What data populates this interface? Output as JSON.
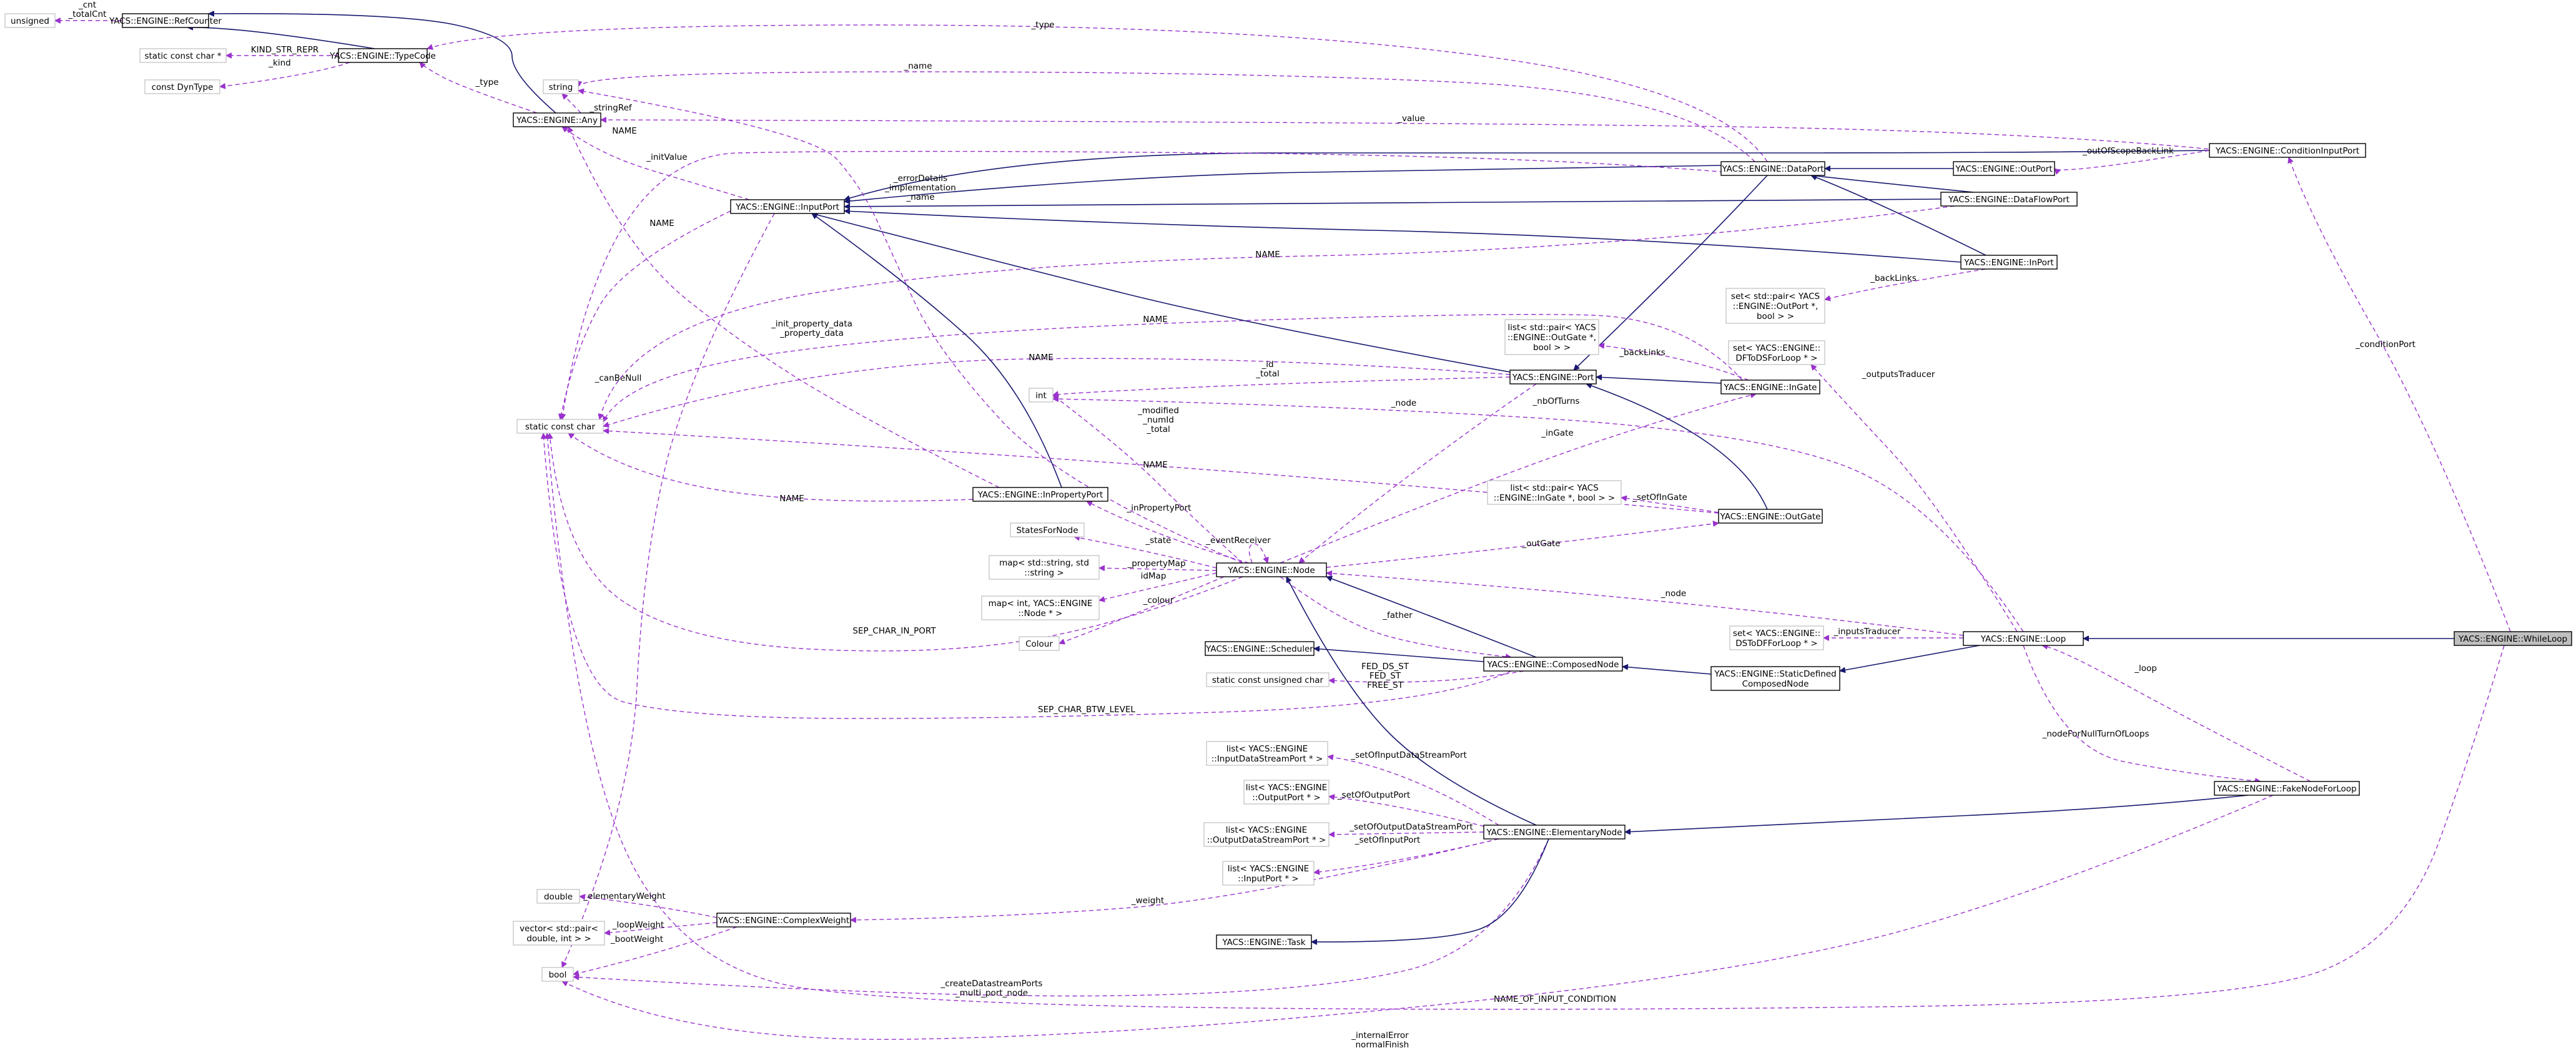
{
  "diagram": {
    "title": "",
    "colors": {
      "inheritance": "#191970",
      "usage": "#9a32cd",
      "box_border": "#000000",
      "external_border": "#bfbfbf",
      "focus_fill": "#bfbfbf"
    },
    "nodes": [
      {
        "id": "unsigned",
        "lines": [
          "unsigned"
        ],
        "style": "plain"
      },
      {
        "id": "refcounter",
        "lines": [
          "YACS::ENGINE::RefCounter"
        ],
        "style": "class"
      },
      {
        "id": "static_const_char_ptr",
        "lines": [
          "static const char *"
        ],
        "style": "plain"
      },
      {
        "id": "const_dyntype",
        "lines": [
          "const DynType"
        ],
        "style": "plain"
      },
      {
        "id": "typecode",
        "lines": [
          "YACS::ENGINE::TypeCode"
        ],
        "style": "class"
      },
      {
        "id": "string",
        "lines": [
          "string"
        ],
        "style": "plain"
      },
      {
        "id": "any",
        "lines": [
          "YACS::ENGINE::Any"
        ],
        "style": "class"
      },
      {
        "id": "inputport",
        "lines": [
          "YACS::ENGINE::InputPort"
        ],
        "style": "class"
      },
      {
        "id": "static_const_char",
        "lines": [
          "static const char"
        ],
        "style": "plain"
      },
      {
        "id": "int",
        "lines": [
          "int"
        ],
        "style": "plain"
      },
      {
        "id": "inpropertyport",
        "lines": [
          "YACS::ENGINE::InPropertyPort"
        ],
        "style": "class"
      },
      {
        "id": "statesfornode",
        "lines": [
          "StatesForNode"
        ],
        "style": "plain"
      },
      {
        "id": "map_string",
        "lines": [
          "map< std::string, std",
          "::string >"
        ],
        "style": "plain"
      },
      {
        "id": "map_int_node",
        "lines": [
          "map< int, YACS::ENGINE",
          "::Node * >"
        ],
        "style": "plain"
      },
      {
        "id": "colour",
        "lines": [
          "Colour"
        ],
        "style": "plain"
      },
      {
        "id": "node",
        "lines": [
          "YACS::ENGINE::Node"
        ],
        "style": "class"
      },
      {
        "id": "scheduler",
        "lines": [
          "YACS::ENGINE::Scheduler"
        ],
        "style": "class"
      },
      {
        "id": "static_const_uchar",
        "lines": [
          "static const unsigned char"
        ],
        "style": "plain"
      },
      {
        "id": "composednode",
        "lines": [
          "YACS::ENGINE::ComposedNode"
        ],
        "style": "class"
      },
      {
        "id": "list_inputdatastream",
        "lines": [
          "list< YACS::ENGINE",
          "::InputDataStreamPort * >"
        ],
        "style": "plain"
      },
      {
        "id": "list_outputport",
        "lines": [
          "list< YACS::ENGINE",
          "::OutputPort * >"
        ],
        "style": "plain"
      },
      {
        "id": "list_outputdatastream",
        "lines": [
          "list< YACS::ENGINE",
          "::OutputDataStreamPort * >"
        ],
        "style": "plain"
      },
      {
        "id": "list_inputport",
        "lines": [
          "list< YACS::ENGINE",
          "::InputPort * >"
        ],
        "style": "plain"
      },
      {
        "id": "elementarynode",
        "lines": [
          "YACS::ENGINE::ElementaryNode"
        ],
        "style": "class"
      },
      {
        "id": "double",
        "lines": [
          "double"
        ],
        "style": "plain"
      },
      {
        "id": "complexweight",
        "lines": [
          "YACS::ENGINE::ComplexWeight"
        ],
        "style": "class"
      },
      {
        "id": "vector_pair",
        "lines": [
          "vector< std::pair<",
          "double, int > >"
        ],
        "style": "plain"
      },
      {
        "id": "bool",
        "lines": [
          "bool"
        ],
        "style": "plain"
      },
      {
        "id": "task",
        "lines": [
          "YACS::ENGINE::Task"
        ],
        "style": "class"
      },
      {
        "id": "port",
        "lines": [
          "YACS::ENGINE::Port"
        ],
        "style": "class"
      },
      {
        "id": "list_pair_outgate",
        "lines": [
          "list< std::pair< YACS",
          "::ENGINE::OutGate *,",
          "bool > >"
        ],
        "style": "plain"
      },
      {
        "id": "ingate",
        "lines": [
          "YACS::ENGINE::InGate"
        ],
        "style": "class"
      },
      {
        "id": "list_pair_ingate",
        "lines": [
          "list< std::pair< YACS",
          "::ENGINE::InGate *, bool > >"
        ],
        "style": "plain"
      },
      {
        "id": "outgate",
        "lines": [
          "YACS::ENGINE::OutGate"
        ],
        "style": "class"
      },
      {
        "id": "dataport",
        "lines": [
          "YACS::ENGINE::DataPort"
        ],
        "style": "class"
      },
      {
        "id": "outport",
        "lines": [
          "YACS::ENGINE::OutPort"
        ],
        "style": "class"
      },
      {
        "id": "dataflowport",
        "lines": [
          "YACS::ENGINE::DataFlowPort"
        ],
        "style": "class"
      },
      {
        "id": "inport",
        "lines": [
          "YACS::ENGINE::InPort"
        ],
        "style": "class"
      },
      {
        "id": "set_pair_outport",
        "lines": [
          "set< std::pair< YACS",
          "::ENGINE::OutPort *,",
          "bool > >"
        ],
        "style": "plain"
      },
      {
        "id": "set_dftods",
        "lines": [
          "set< YACS::ENGINE::",
          "DFToDSForLoop * >"
        ],
        "style": "plain"
      },
      {
        "id": "staticdefined",
        "lines": [
          "YACS::ENGINE::StaticDefined",
          "ComposedNode"
        ],
        "style": "class"
      },
      {
        "id": "set_dstodf",
        "lines": [
          "set< YACS::ENGINE::",
          "DSToDFForLoop * >"
        ],
        "style": "plain"
      },
      {
        "id": "loop",
        "lines": [
          "YACS::ENGINE::Loop"
        ],
        "style": "class"
      },
      {
        "id": "conditioninputport",
        "lines": [
          "YACS::ENGINE::ConditionInputPort"
        ],
        "style": "class"
      },
      {
        "id": "fakenode",
        "lines": [
          "YACS::ENGINE::FakeNodeForLoop"
        ],
        "style": "class"
      },
      {
        "id": "whileloop",
        "lines": [
          "YACS::ENGINE::WhileLoop"
        ],
        "style": "focus"
      }
    ],
    "edges": [
      {
        "from": "refcounter",
        "to": "unsigned",
        "kind": "use",
        "label": [
          "_cnt",
          "_totalCnt"
        ]
      },
      {
        "from": "typecode",
        "to": "refcounter",
        "kind": "inh",
        "label": []
      },
      {
        "from": "typecode",
        "to": "static_const_char_ptr",
        "kind": "use",
        "label": [
          "KIND_STR_REPR"
        ]
      },
      {
        "from": "typecode",
        "to": "const_dyntype",
        "kind": "use",
        "label": [
          "_kind"
        ]
      },
      {
        "from": "any",
        "to": "refcounter",
        "kind": "inh",
        "label": []
      },
      {
        "from": "any",
        "to": "typecode",
        "kind": "use",
        "label": [
          "_type"
        ]
      },
      {
        "from": "dataport",
        "to": "typecode",
        "kind": "use",
        "label": [
          "_type"
        ]
      },
      {
        "from": "dataport",
        "to": "string",
        "kind": "use",
        "label": [
          "_name"
        ]
      },
      {
        "from": "conditioninputport",
        "to": "any",
        "kind": "use",
        "label": [
          "_value"
        ]
      },
      {
        "from": "any",
        "to": "string",
        "kind": "use",
        "label": [
          "_stringRef"
        ]
      },
      {
        "from": "inputport",
        "to": "any",
        "kind": "use",
        "label": [
          "_initValue"
        ]
      },
      {
        "from": "conditioninputport",
        "to": "inputport",
        "kind": "inh",
        "label": []
      },
      {
        "from": "dataport",
        "to": "inputport",
        "kind": "inh",
        "label": []
      },
      {
        "from": "dataflowport",
        "to": "inputport",
        "kind": "inh",
        "label": []
      },
      {
        "from": "inport",
        "to": "inputport",
        "kind": "inh",
        "label": []
      },
      {
        "from": "node",
        "to": "string",
        "kind": "use",
        "label": [
          "_errorDetails",
          "_implementation",
          "_name"
        ]
      },
      {
        "from": "dataport",
        "to": "static_const_char",
        "kind": "use",
        "label": [
          "NAME"
        ]
      },
      {
        "from": "inputport",
        "to": "static_const_char",
        "kind": "use",
        "label": [
          "NAME"
        ]
      },
      {
        "from": "inputport",
        "to": "bool",
        "kind": "use",
        "label": [
          "_canBeNull"
        ]
      },
      {
        "from": "dataflowport",
        "to": "static_const_char",
        "kind": "use",
        "label": [
          "NAME"
        ]
      },
      {
        "from": "ingate",
        "to": "static_const_char",
        "kind": "use",
        "label": [
          "NAME"
        ]
      },
      {
        "from": "port",
        "to": "static_const_char",
        "kind": "use",
        "label": [
          "NAME"
        ]
      },
      {
        "from": "port",
        "to": "int",
        "kind": "use",
        "label": [
          "_id",
          "_total"
        ]
      },
      {
        "from": "inpropertyport",
        "to": "any",
        "kind": "use",
        "label": [
          "_init_property_data",
          "_property_data"
        ]
      },
      {
        "from": "inpropertyport",
        "to": "static_const_char",
        "kind": "use",
        "label": [
          "NAME"
        ]
      },
      {
        "from": "inpropertyport",
        "to": "inputport",
        "kind": "inh",
        "label": []
      },
      {
        "from": "outgate",
        "to": "static_const_char",
        "kind": "use",
        "label": [
          "NAME"
        ]
      },
      {
        "from": "node",
        "to": "static_const_char",
        "kind": "use",
        "label": [
          "SEP_CHAR_IN_PORT"
        ]
      },
      {
        "from": "composednode",
        "to": "static_const_char",
        "kind": "use",
        "label": [
          "SEP_CHAR_BTW_LEVEL"
        ]
      },
      {
        "from": "whileloop",
        "to": "static_const_char",
        "kind": "use",
        "label": [
          "NAME_OF_INPUT_CONDITION"
        ]
      },
      {
        "from": "node",
        "to": "int",
        "kind": "use",
        "label": [
          "_modified",
          "_numId",
          "_total"
        ]
      },
      {
        "from": "loop",
        "to": "int",
        "kind": "use",
        "label": [
          "_nbOfTurns"
        ]
      },
      {
        "from": "node",
        "to": "inpropertyport",
        "kind": "use",
        "label": [
          "_inPropertyPort"
        ]
      },
      {
        "from": "node",
        "to": "statesfornode",
        "kind": "use",
        "label": [
          "_state"
        ]
      },
      {
        "from": "node",
        "to": "map_string",
        "kind": "use",
        "label": [
          "_propertyMap"
        ]
      },
      {
        "from": "node",
        "to": "map_int_node",
        "kind": "use",
        "label": [
          "idMap"
        ]
      },
      {
        "from": "node",
        "to": "colour",
        "kind": "use",
        "label": [
          "_colour"
        ]
      },
      {
        "from": "node",
        "to": "node",
        "kind": "use",
        "label": [
          "_eventReceiver"
        ]
      },
      {
        "from": "port",
        "to": "node",
        "kind": "use",
        "label": [
          "_node"
        ]
      },
      {
        "from": "node",
        "to": "ingate",
        "kind": "use",
        "label": [
          "_inGate"
        ]
      },
      {
        "from": "node",
        "to": "outgate",
        "kind": "use",
        "label": [
          "_outGate"
        ]
      },
      {
        "from": "loop",
        "to": "node",
        "kind": "use",
        "label": [
          "_node"
        ]
      },
      {
        "from": "node",
        "to": "composednode",
        "kind": "use",
        "label": [
          "_father"
        ]
      },
      {
        "from": "composednode",
        "to": "node",
        "kind": "inh",
        "label": []
      },
      {
        "from": "composednode",
        "to": "scheduler",
        "kind": "inh",
        "label": []
      },
      {
        "from": "composednode",
        "to": "static_const_uchar",
        "kind": "use",
        "label": [
          "FED_DS_ST",
          "FED_ST",
          "FREE_ST"
        ]
      },
      {
        "from": "staticdefined",
        "to": "composednode",
        "kind": "inh",
        "label": []
      },
      {
        "from": "elementarynode",
        "to": "node",
        "kind": "inh",
        "label": []
      },
      {
        "from": "elementarynode",
        "to": "list_inputdatastream",
        "kind": "use",
        "label": [
          "_setOfInputDataStreamPort"
        ]
      },
      {
        "from": "elementarynode",
        "to": "list_outputport",
        "kind": "use",
        "label": [
          "_setOfOutputPort"
        ]
      },
      {
        "from": "elementarynode",
        "to": "list_outputdatastream",
        "kind": "use",
        "label": [
          "_setOfOutputDataStreamPort"
        ]
      },
      {
        "from": "elementarynode",
        "to": "list_inputport",
        "kind": "use",
        "label": [
          "_setOfInputPort"
        ]
      },
      {
        "from": "elementarynode",
        "to": "complexweight",
        "kind": "use",
        "label": [
          "_weight"
        ]
      },
      {
        "from": "elementarynode",
        "to": "bool",
        "kind": "use",
        "label": [
          "_createDatastreamPorts",
          "_multi_port_node"
        ]
      },
      {
        "from": "elementarynode",
        "to": "task",
        "kind": "inh",
        "label": []
      },
      {
        "from": "fakenode",
        "to": "elementarynode",
        "kind": "inh",
        "label": []
      },
      {
        "from": "complexweight",
        "to": "double",
        "kind": "use",
        "label": [
          "_elementaryWeight"
        ]
      },
      {
        "from": "complexweight",
        "to": "vector_pair",
        "kind": "use",
        "label": [
          "_loopWeight"
        ]
      },
      {
        "from": "complexweight",
        "to": "bool",
        "kind": "use",
        "label": [
          "_bootWeight"
        ]
      },
      {
        "from": "fakenode",
        "to": "bool",
        "kind": "use",
        "label": [
          "_internalError",
          "_normalFinish"
        ]
      },
      {
        "from": "port",
        "to": "inputport",
        "kind": "inh",
        "label": []
      },
      {
        "from": "dataport",
        "to": "port",
        "kind": "inh",
        "label": []
      },
      {
        "from": "ingate",
        "to": "port",
        "kind": "inh",
        "label": []
      },
      {
        "from": "outgate",
        "to": "port",
        "kind": "inh",
        "label": []
      },
      {
        "from": "ingate",
        "to": "list_pair_outgate",
        "kind": "use",
        "label": [
          "_backLinks"
        ]
      },
      {
        "from": "outgate",
        "to": "list_pair_ingate",
        "kind": "use",
        "label": [
          "_setOfInGate"
        ]
      },
      {
        "from": "outport",
        "to": "dataport",
        "kind": "inh",
        "label": []
      },
      {
        "from": "dataflowport",
        "to": "dataport",
        "kind": "inh",
        "label": []
      },
      {
        "from": "inport",
        "to": "dataport",
        "kind": "inh",
        "label": []
      },
      {
        "from": "conditioninputport",
        "to": "outport",
        "kind": "use",
        "label": [
          "_outOfScopeBackLink"
        ]
      },
      {
        "from": "inport",
        "to": "set_pair_outport",
        "kind": "use",
        "label": [
          "_backLinks"
        ]
      },
      {
        "from": "loop",
        "to": "set_dftods",
        "kind": "use",
        "label": [
          "_outputsTraducer"
        ]
      },
      {
        "from": "loop",
        "to": "set_dstodf",
        "kind": "use",
        "label": [
          "_inputsTraducer"
        ]
      },
      {
        "from": "loop",
        "to": "staticdefined",
        "kind": "inh",
        "label": []
      },
      {
        "from": "whileloop",
        "to": "loop",
        "kind": "inh",
        "label": []
      },
      {
        "from": "whileloop",
        "to": "conditioninputport",
        "kind": "use",
        "label": [
          "_conditionPort"
        ]
      },
      {
        "from": "loop",
        "to": "fakenode",
        "kind": "use",
        "label": [
          "_nodeForNullTurnOfLoops"
        ]
      },
      {
        "from": "fakenode",
        "to": "loop",
        "kind": "use",
        "label": [
          "_loop"
        ]
      }
    ]
  }
}
